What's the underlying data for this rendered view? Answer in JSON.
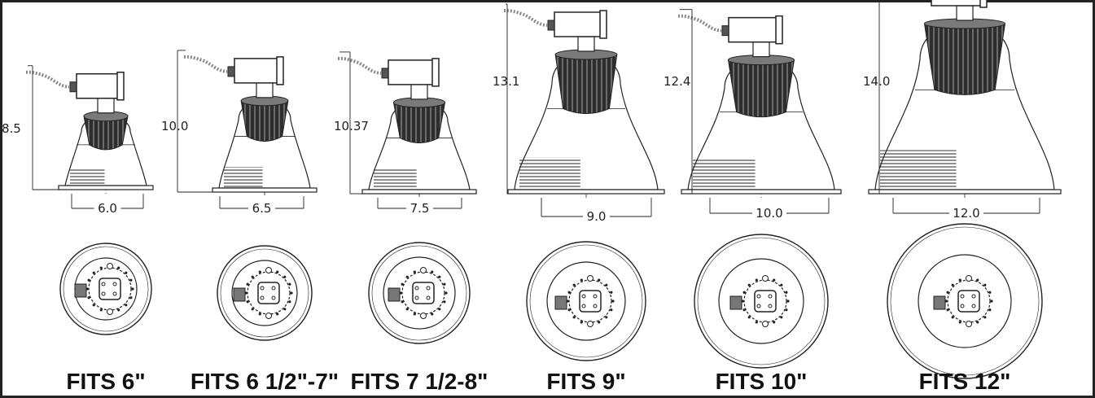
{
  "fixtures": [
    {
      "fits_label": "FITS 6\"",
      "height_label": "8.5",
      "width_label": "6.0"
    },
    {
      "fits_label": "FITS 6 1/2\"-7\"",
      "height_label": "10.0",
      "width_label": "6.5"
    },
    {
      "fits_label": "FITS 7 1/2-8\"",
      "height_label": "10.37",
      "width_label": "7.5"
    },
    {
      "fits_label": "FITS 9\"",
      "height_label": "13.1",
      "width_label": "9.0"
    },
    {
      "fits_label": "FITS 10\"",
      "height_label": "12.4",
      "width_label": "10.0"
    },
    {
      "fits_label": "FITS 12\"",
      "height_label": "14.0",
      "width_label": "12.0"
    }
  ],
  "colors": {
    "line": "#222222",
    "lamp_dark": "#2e2e2e",
    "lamp_mid": "#7a7a7a"
  }
}
